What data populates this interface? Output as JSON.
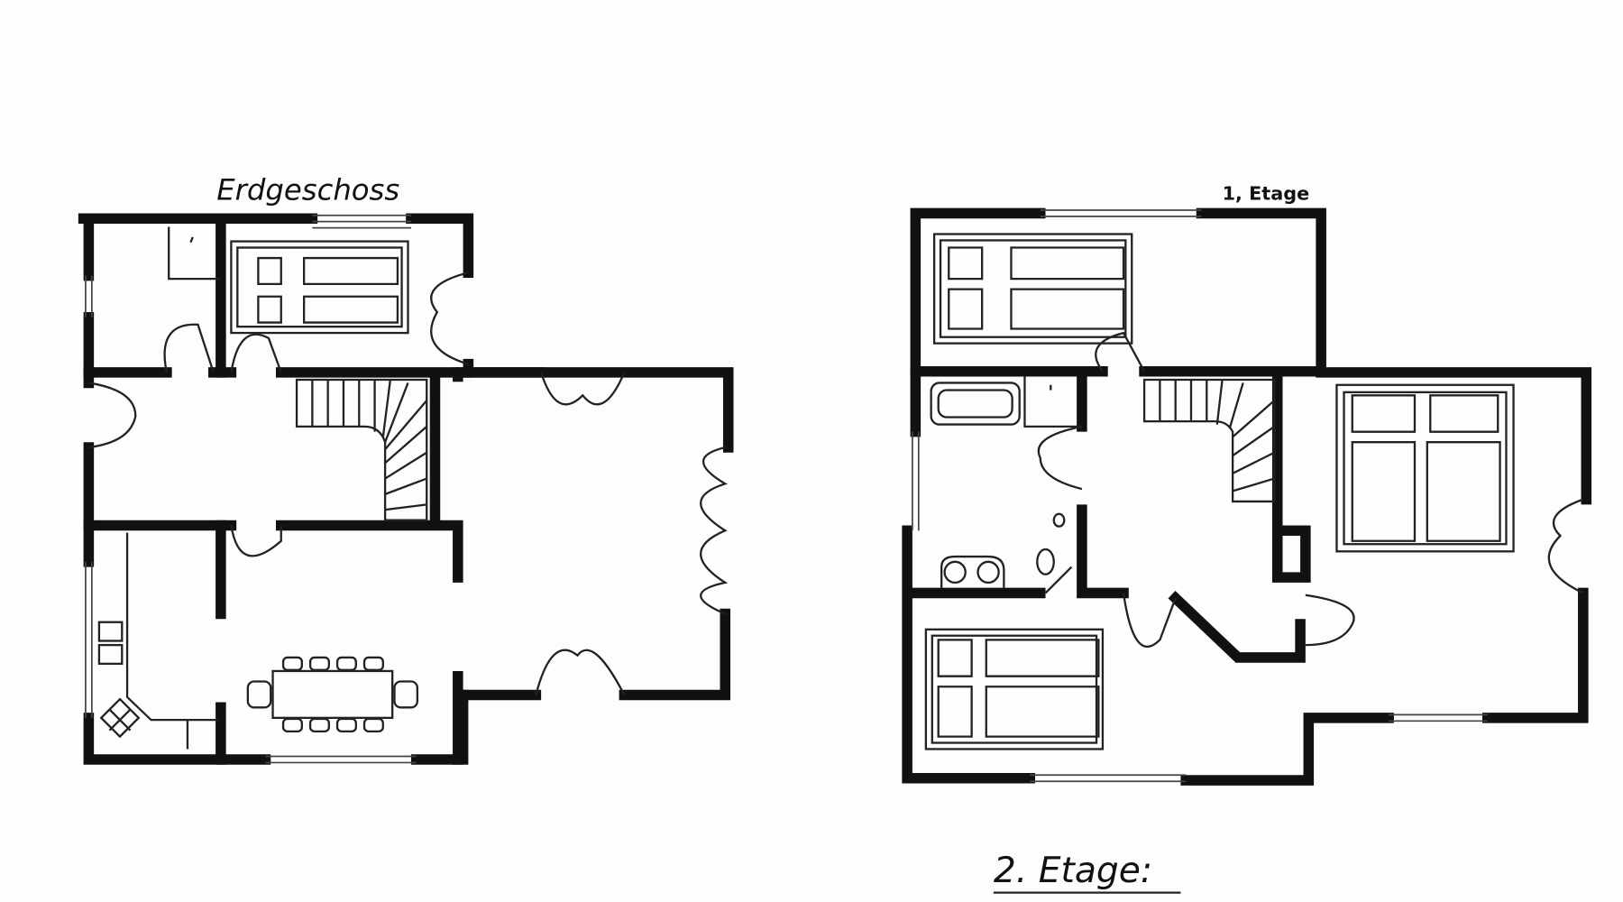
{
  "plans": [
    {
      "id": "ground-floor",
      "label": "Erdgeschoss"
    },
    {
      "id": "first-floor",
      "label": "1, Etage"
    }
  ],
  "footer_label": "2. Etage:",
  "colors": {
    "wall": "#111111",
    "background": "#fdfdfd"
  }
}
